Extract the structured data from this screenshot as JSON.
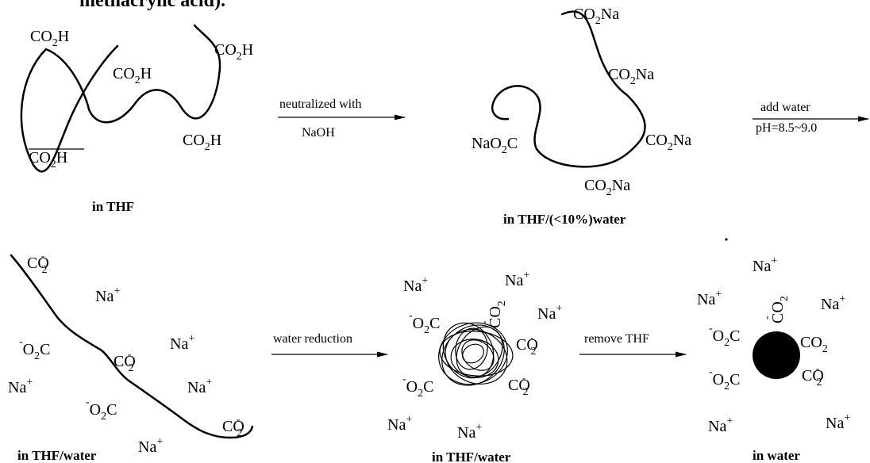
{
  "heading_fragment": "methacrylic acid).",
  "groups": {
    "cooh": "CO",
    "cooh_h": "H",
    "cona": "CO",
    "cona_na": "Na",
    "naooc": "NaO",
    "naooc_c": "C",
    "coo": "CO",
    "ooc_pre": "O",
    "ooc_c": "C",
    "na": "Na",
    "sub2": "2",
    "minus": "-",
    "plus": "+"
  },
  "steps": [
    {
      "caption": "in THF"
    },
    {
      "arrow_label": "neutralized with",
      "arrow_sub": "NaOH"
    },
    {
      "caption": "in THF/(<10%)water"
    },
    {
      "arrow_label": "add water",
      "arrow_sub": "pH=8.5~9.0"
    },
    {
      "caption": "in THF/water"
    },
    {
      "arrow_label": "water reduction"
    },
    {
      "caption": "in THF/water"
    },
    {
      "arrow_label": "remove THF"
    },
    {
      "caption": "in water"
    }
  ]
}
